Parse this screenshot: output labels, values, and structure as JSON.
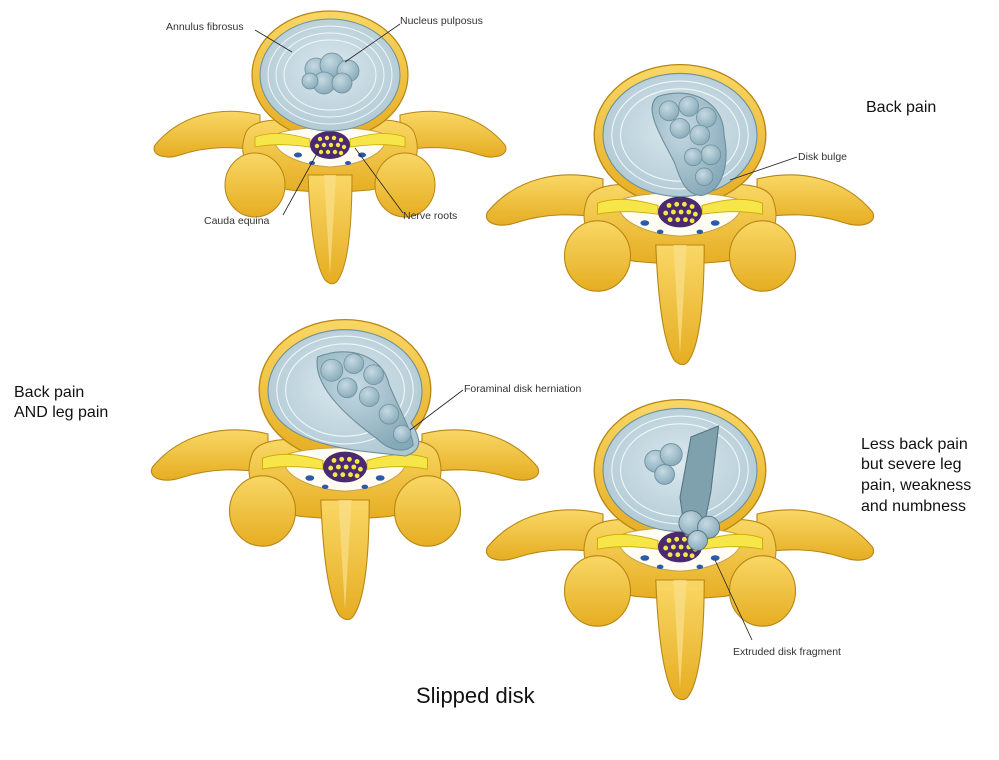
{
  "labels": {
    "annulus": "Annulus fibrosus",
    "nucleus": "Nucleus pulposus",
    "cauda": "Cauda equina",
    "nerve_roots": "Nerve roots",
    "bulge": "Disk bulge",
    "foraminal": "Foraminal disk herniation",
    "extruded": "Extruded disk fragment"
  },
  "captions": {
    "back_pain": "Back pain",
    "back_leg_1": "Back pain",
    "back_leg_2": "AND leg pain",
    "severe_1": "Less back pain",
    "severe_2": "but severe leg",
    "severe_3": "pain, weakness",
    "severe_4": "and numbness"
  },
  "title": "Slipped disk",
  "colors": {
    "bone": "#f4c430",
    "bone_dark": "#c8961a",
    "disk": "#cfdfe6",
    "nucleus": "#9fbcc8",
    "nerve": "#f7e64a",
    "cord": "#4a2a6e"
  }
}
